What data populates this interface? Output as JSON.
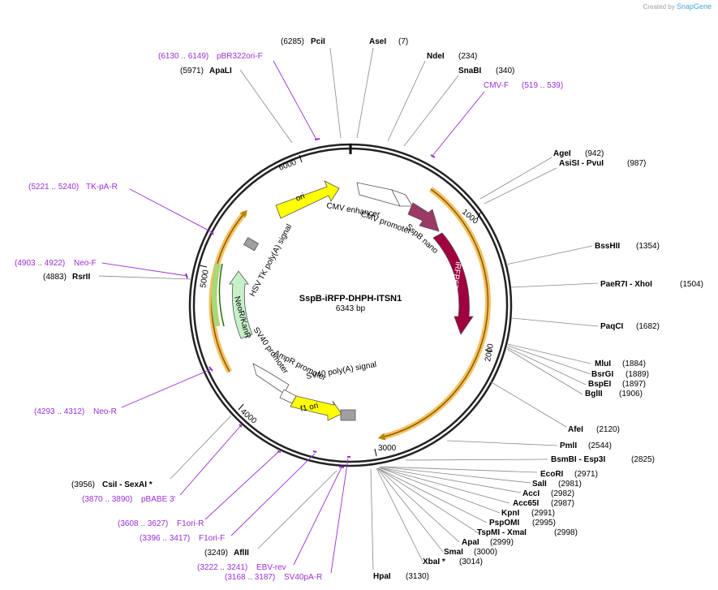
{
  "credit": {
    "prefix": "Created by",
    "brand": "SnapGene"
  },
  "plasmid": {
    "name": "SspB-iRFP-DHPH-ITSN1",
    "length_label": "6343 bp"
  },
  "ticks": [
    "1000",
    "2000",
    "3000",
    "4000",
    "5000",
    "6000"
  ],
  "features": [
    {
      "label": "ori",
      "color": "#ffff00"
    },
    {
      "label": "CMV enhancer",
      "color": "#ffffff"
    },
    {
      "label": "CMV promoter",
      "color": "#ffffff"
    },
    {
      "label": "SspB nano",
      "color": "#9b3a64"
    },
    {
      "label": "iRFP670",
      "color": "#a00040"
    },
    {
      "label": "HSV TK poly(A) signal",
      "color": "#a0a0a0"
    },
    {
      "label": "NeoR/KanR",
      "color": "#c8f0c8"
    },
    {
      "label": "SV40 promoter",
      "color": "#ffffff"
    },
    {
      "label": "AmpR promoter",
      "color": "#ffffff"
    },
    {
      "label": "SV40 poly(A) signal",
      "color": "#a0a0a0"
    },
    {
      "label": "f1 ori",
      "color": "#ffff00"
    }
  ],
  "sites_right": [
    {
      "name": "PciI",
      "pos": "(6285)"
    },
    {
      "name": "AseI",
      "pos": "(7)"
    },
    {
      "name": "NdeI",
      "pos": "(234)"
    },
    {
      "name": "SnaBI",
      "pos": "(340)"
    },
    {
      "name": "AgeI",
      "pos": "(942)"
    },
    {
      "name": "AsiSI - PvuI",
      "pos": "(987)"
    },
    {
      "name": "BssHII",
      "pos": "(1354)"
    },
    {
      "name": "PaeR7I - XhoI",
      "pos": "(1504)"
    },
    {
      "name": "PaqCI",
      "pos": "(1682)"
    },
    {
      "name": "MluI",
      "pos": "(1884)"
    },
    {
      "name": "BsrGI",
      "pos": "(1889)"
    },
    {
      "name": "BspEI",
      "pos": "(1897)"
    },
    {
      "name": "BglII",
      "pos": "(1906)"
    },
    {
      "name": "AfeI",
      "pos": "(2120)"
    },
    {
      "name": "PmlI",
      "pos": "(2544)"
    },
    {
      "name": "BsmBI - Esp3I",
      "pos": "(2825)"
    },
    {
      "name": "EcoRI",
      "pos": "(2971)"
    },
    {
      "name": "SalI",
      "pos": "(2981)"
    },
    {
      "name": "AccI",
      "pos": "(2982)"
    },
    {
      "name": "Acc65I",
      "pos": "(2987)"
    },
    {
      "name": "KpnI",
      "pos": "(2991)"
    },
    {
      "name": "PspOMI",
      "pos": "(2995)"
    },
    {
      "name": "TspMI - XmaI",
      "pos": "(2998)"
    },
    {
      "name": "ApaI",
      "pos": "(2999)"
    },
    {
      "name": "SmaI",
      "pos": "(3000)"
    },
    {
      "name": "XbaI *",
      "pos": "(3014)"
    },
    {
      "name": "HpaI",
      "pos": "(3130)"
    }
  ],
  "sites_left": [
    {
      "name": "ApaLI",
      "pos": "(5971)"
    },
    {
      "name": "RsrII",
      "pos": "(4883)"
    },
    {
      "name": "CsiI - SexAI *",
      "pos": "(3956)"
    },
    {
      "name": "AflII",
      "pos": "(3249)"
    }
  ],
  "primers": [
    {
      "name": "pBR322ori-F",
      "range": "(6130 .. 6149)"
    },
    {
      "name": "CMV-F",
      "range": "(519 .. 539)"
    },
    {
      "name": "TK-pA-R",
      "range": "(5221 .. 5240)"
    },
    {
      "name": "Neo-F",
      "range": "(4903 .. 4922)"
    },
    {
      "name": "Neo-R",
      "range": "(4293 .. 4312)"
    },
    {
      "name": "pBABE 3'",
      "range": "(3870 .. 3890)"
    },
    {
      "name": "F1ori-R",
      "range": "(3608 .. 3627)"
    },
    {
      "name": "F1ori-F",
      "range": "(3396 .. 3417)"
    },
    {
      "name": "EBV-rev",
      "range": "(3222 .. 3241)"
    },
    {
      "name": "SV40pA-R",
      "range": "(3168 .. 3187)"
    }
  ]
}
